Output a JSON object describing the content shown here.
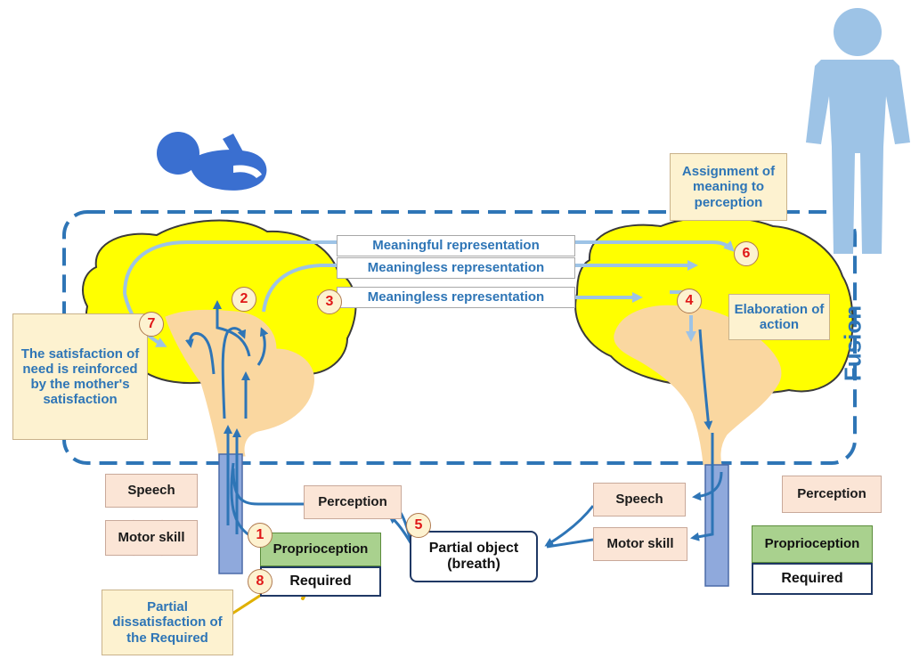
{
  "colors": {
    "brain": "#ffff00",
    "brain_outline": "#3a3a3a",
    "stem": "#fad7a0",
    "arrow_dark": "#2e75b6",
    "arrow_light": "#9dc3e6",
    "fusion_frame": "#2e75b6",
    "figure_baby": "#3a6fd0",
    "figure_adult": "#9dc3e6",
    "cross": "#e01818",
    "slash": "#e0b000"
  },
  "icons": {
    "baby": "baby-figure-icon",
    "adult": "adult-figure-icon",
    "cross": "red-cross-icon"
  },
  "labels": {
    "fusion": "Fusion",
    "meaningful_rep": "Meaningful representation",
    "meaningless_rep_1": "Meaningless representation",
    "meaningless_rep_2": "Meaningless representation",
    "assignment": "Assignment of meaning to perception",
    "elaboration": "Elaboration of action",
    "satisfaction": "The satisfaction of need is reinforced by the mother's satisfaction",
    "partial_dissatisfaction": "Partial dissatisfaction of the Required",
    "left_speech": "Speech",
    "left_motor": "Motor skill",
    "left_perception": "Perception",
    "left_proprioception": "Proprioception",
    "left_required": "Required",
    "partial_object": "Partial object (breath)",
    "right_speech": "Speech",
    "right_motor": "Motor skill",
    "right_perception": "Perception",
    "right_proprioception": "Proprioception",
    "right_required": "Required"
  },
  "steps": [
    "1",
    "2",
    "3",
    "4",
    "5",
    "6",
    "7",
    "8"
  ]
}
